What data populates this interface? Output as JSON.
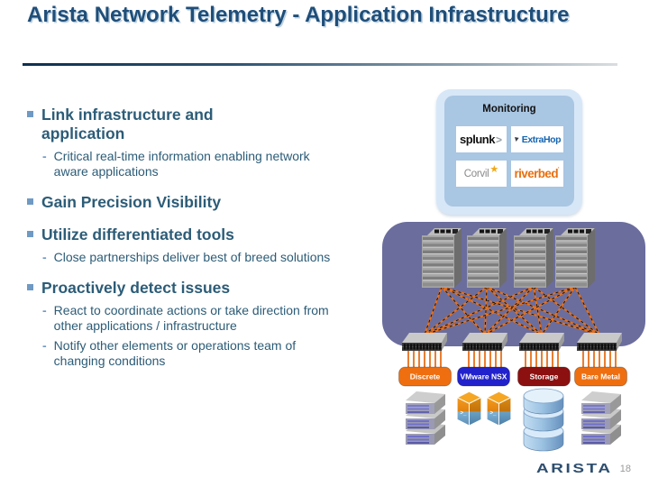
{
  "slide": {
    "title": "Arista Network Telemetry - Application Infrastructure",
    "page_number": "18",
    "footer_logo": "ARISTA"
  },
  "bullets": [
    {
      "level": 1,
      "text": "Link infrastructure and application"
    },
    {
      "level": 2,
      "text": "Critical real-time information enabling network aware applications"
    },
    {
      "level": 1,
      "text": "Gain Precision Visibility"
    },
    {
      "level": 1,
      "text": "Utilize differentiated tools"
    },
    {
      "level": 2,
      "text": "Close partnerships deliver best of breed solutions"
    },
    {
      "level": 1,
      "text": "Proactively detect issues"
    },
    {
      "level": 2,
      "text": "React to coordinate actions or take direction from other applications / infrastructure"
    },
    {
      "level": 2,
      "text": "Notify other elements or operations team of changing conditions"
    }
  ],
  "monitoring": {
    "title": "Monitoring",
    "logos": [
      {
        "name": "splunk",
        "text": "splunk",
        "suffix": ">"
      },
      {
        "name": "extrahop",
        "text": "ExtraHop",
        "icon": "extrahop-icon"
      },
      {
        "name": "corvil",
        "text": "Corvil",
        "star": "★"
      },
      {
        "name": "riverbed",
        "text": "riverbed",
        "tick": "'"
      }
    ]
  },
  "diagram": {
    "description": "spine-leaf network fabric with four spine chassis switches fully meshed to four leaf switches feeding four workload types",
    "spine_count": 4,
    "leaf_count": 4,
    "spine_x": [
      490,
      540,
      592,
      638
    ],
    "leaf_x": [
      471,
      538,
      601,
      665
    ],
    "link_color": "#e8701a",
    "fabric_bg": "#6b6d9d",
    "labels": [
      {
        "text": "Discrete",
        "color": "#ef6f10"
      },
      {
        "text": "VMware NSX",
        "color": "#2222cc"
      },
      {
        "text": "Storage",
        "color": "#8c1010"
      },
      {
        "text": "Bare Metal",
        "color": "#ef6f10"
      }
    ],
    "icons": [
      "server-stack-icon",
      "vm-box-icon",
      "vm-box-icon",
      "storage-stack-icon",
      "server-stack-icon"
    ]
  },
  "colors": {
    "title_text": "#1f4e79",
    "bullet_text": "#2c5c77",
    "bullet_marker": "#6f9ac4",
    "monitor_outer": "#d7e7f7",
    "monitor_inner": "#a9c6e2",
    "arista_blue": "#2d4e6e"
  }
}
